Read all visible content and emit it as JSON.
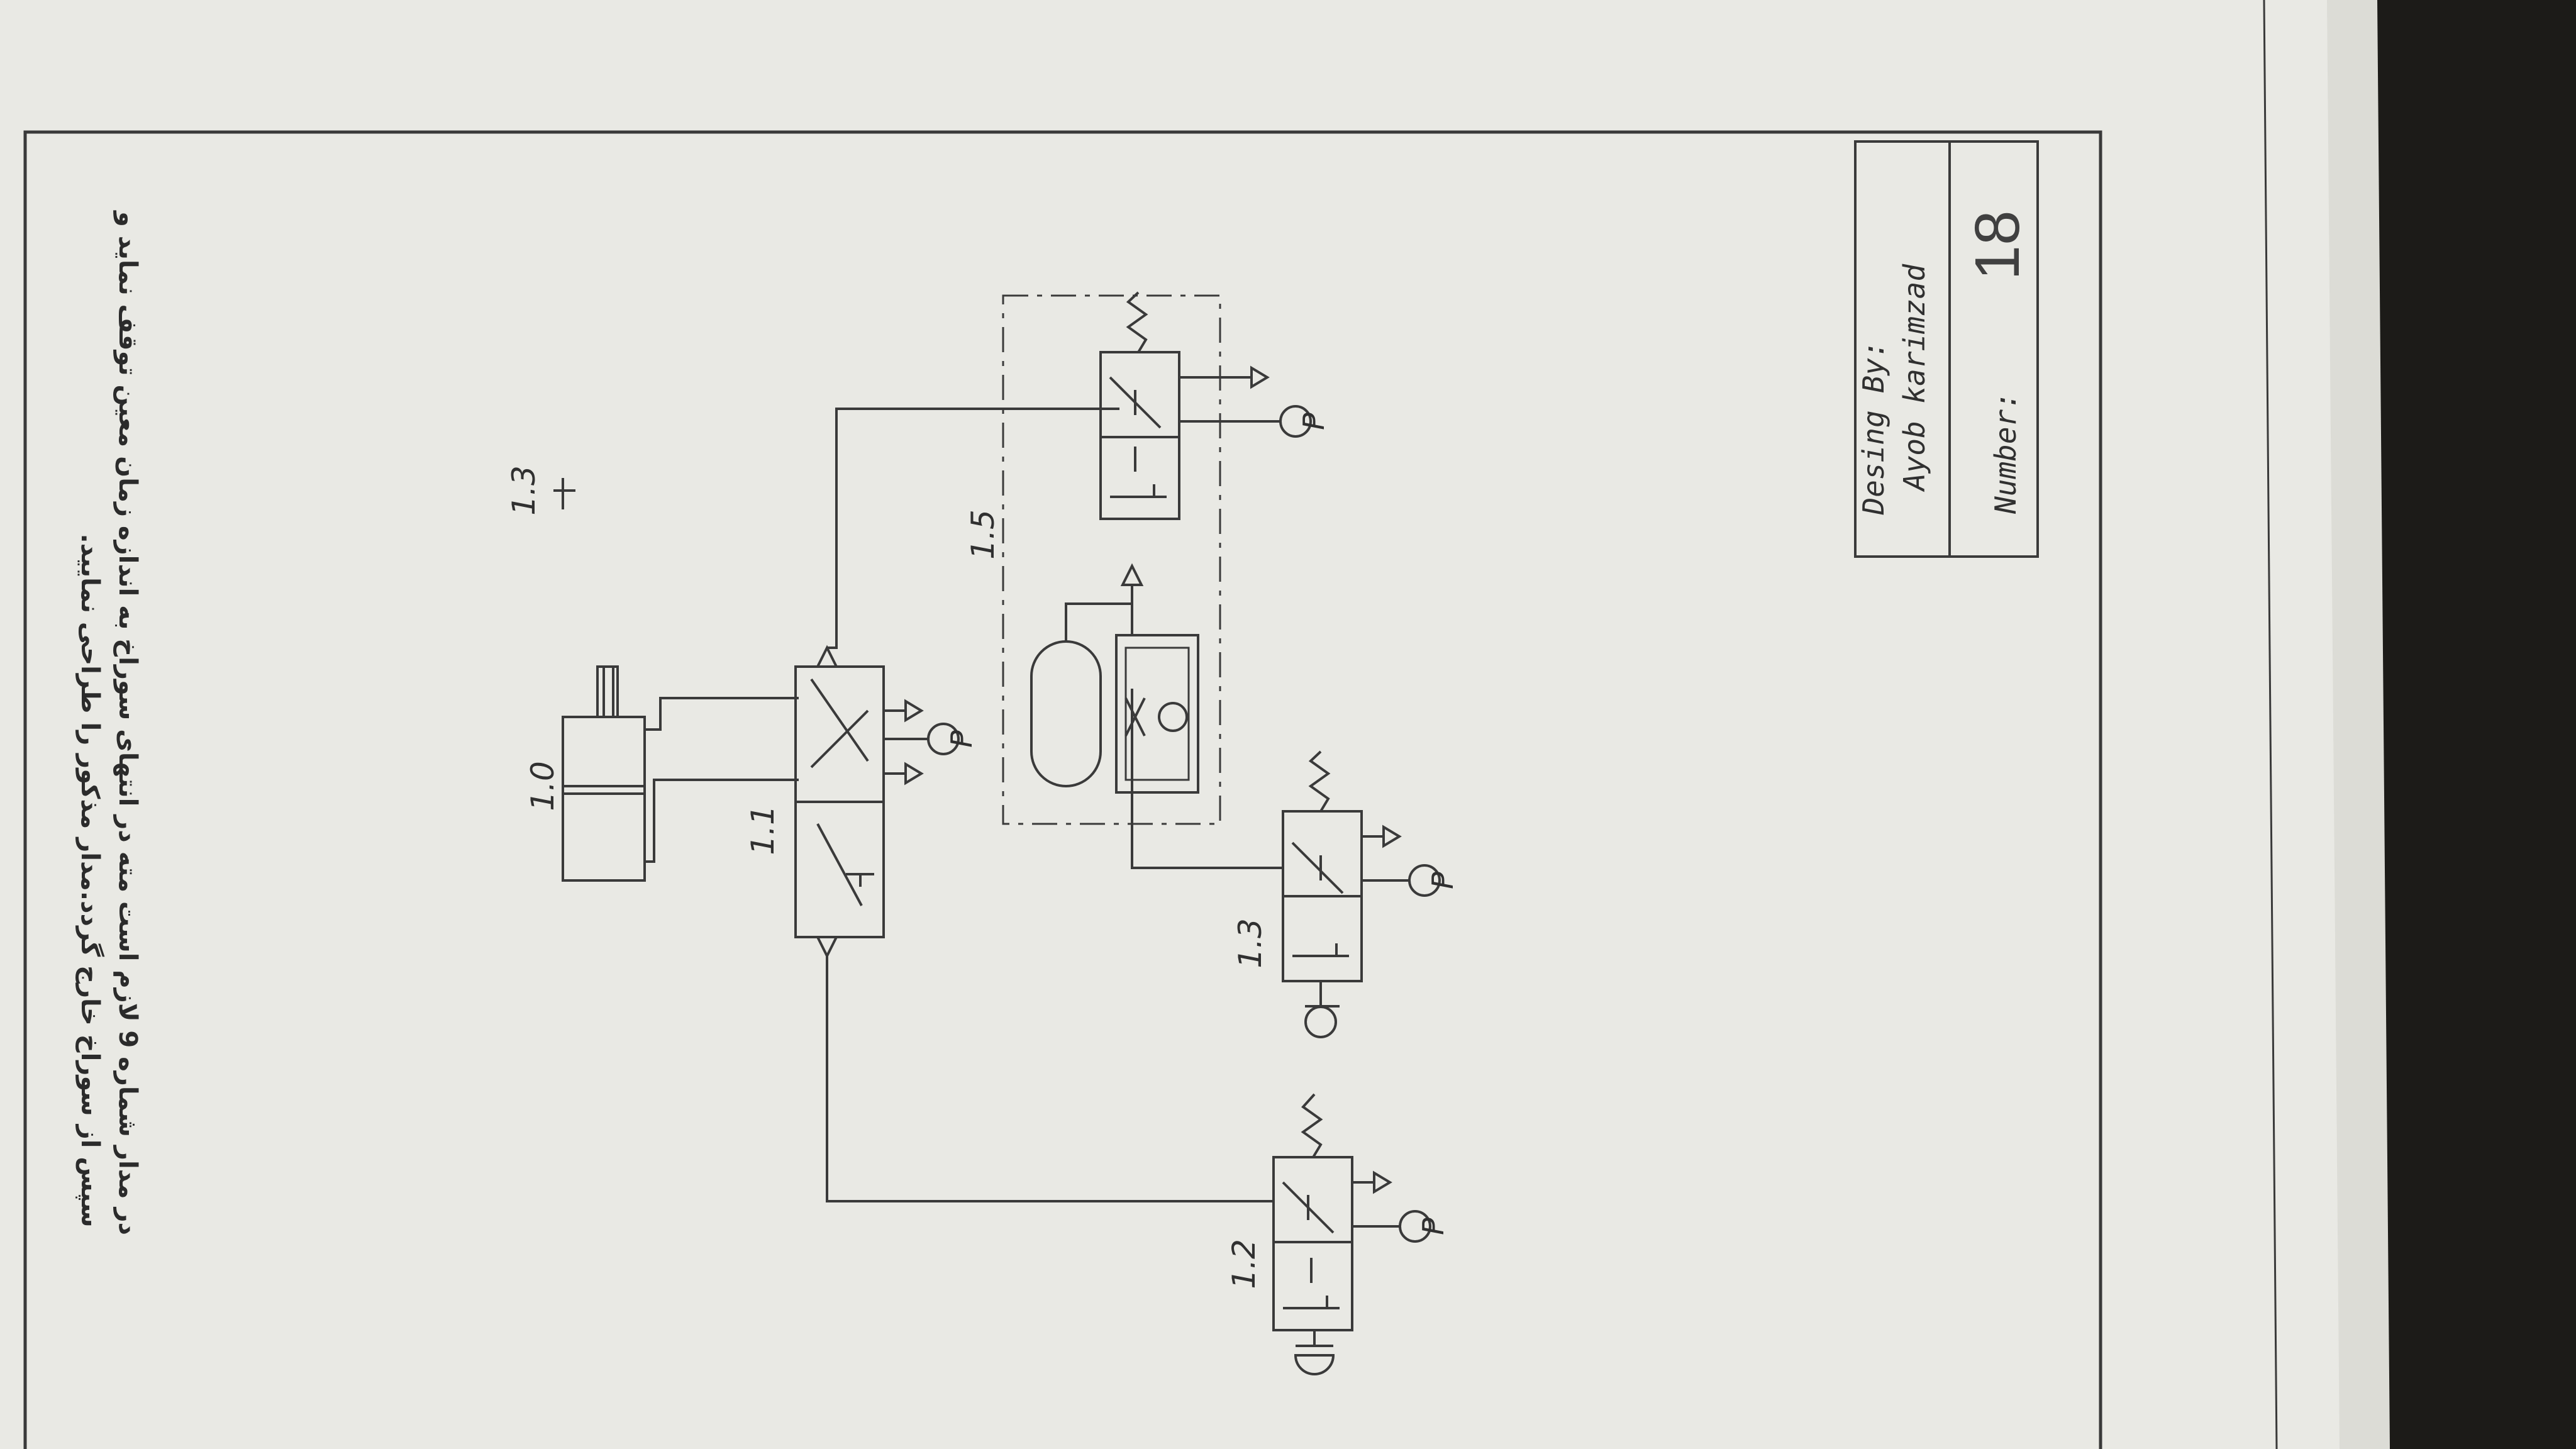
{
  "instructions": {
    "line1": "در مدار شماره 9 لازم است مته در انتهای سوراخ به اندازه زمان معین توقف نماید و",
    "line2": "سپس از سوراخ خارج گردد.مدار مذکور را طراحی نمایید."
  },
  "components": {
    "cylinder": "1.0",
    "main_valve": "1.1",
    "start_valve": "1.2",
    "limit_valve": "1.3",
    "limit_marker": "1.3",
    "time_delay": "1.5"
  },
  "port_label": "P",
  "title_block": {
    "designed_by_label": "Desing By:",
    "designer_name": "Ayob karimzad",
    "number_label": "Number:",
    "number_value": "18"
  },
  "colors": {
    "paper": "#e9e9e4",
    "ink": "#3a3a3a",
    "background": "#1c1b18"
  }
}
